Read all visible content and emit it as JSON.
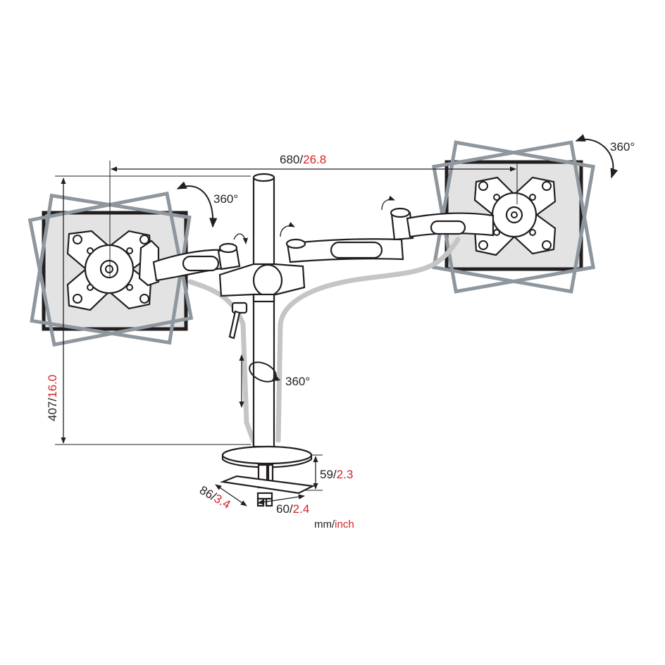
{
  "dimensions": {
    "width": {
      "mm": "680",
      "inch": "26.8"
    },
    "height": {
      "mm": "407",
      "inch": "16.0"
    },
    "base_height": {
      "mm": "59",
      "inch": "2.3"
    },
    "clamp_depth": {
      "mm": "86",
      "inch": "3.4"
    },
    "clamp_width": {
      "mm": "60",
      "inch": "2.4"
    }
  },
  "rotation_labels": {
    "left_monitor": "360°",
    "right_monitor": "360°",
    "pole": "360°"
  },
  "units": {
    "metric": "mm",
    "imperial": "inch"
  },
  "colors": {
    "ink": "#231f20",
    "imperial_text": "#d2232a",
    "screen_fill": "#e3e3e3",
    "tilt_outline": "#8e969e",
    "cable": "#c5c5c5"
  }
}
